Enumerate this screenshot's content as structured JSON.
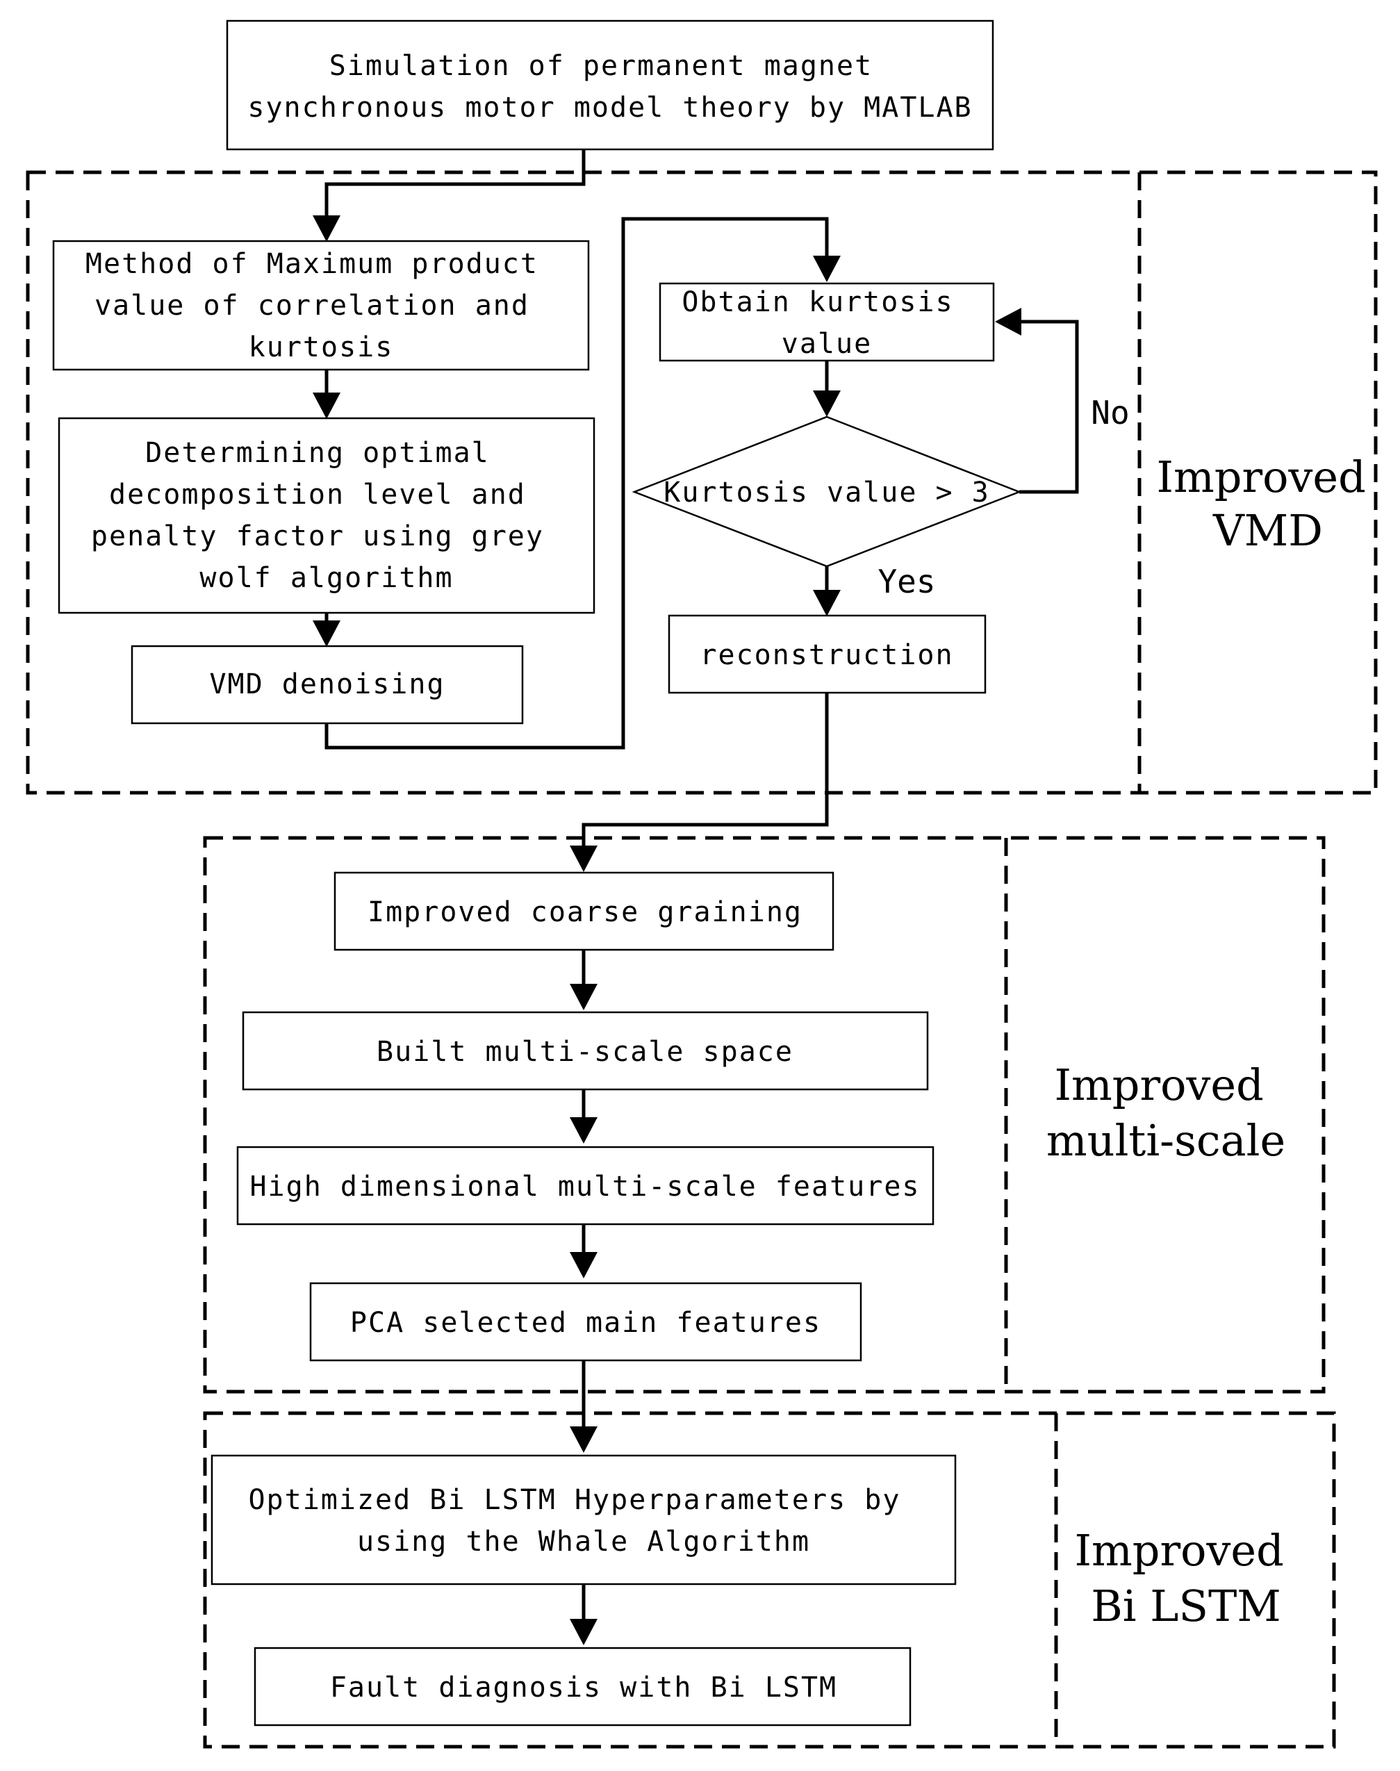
{
  "nodes": {
    "simulation": [
      "Simulation of permanent magnet",
      "synchronous motor model theory by MATLAB"
    ],
    "method": [
      "Method of Maximum product",
      "value of correlation and",
      "kurtosis"
    ],
    "determining": [
      "Determining optimal",
      "decomposition level and",
      "penalty factor using grey",
      "wolf algorithm"
    ],
    "vmd_denoising": [
      "VMD denoising"
    ],
    "obtain_kurtosis": [
      "Obtain kurtosis",
      "value"
    ],
    "decision": [
      "Kurtosis value > 3"
    ],
    "reconstruction": [
      "reconstruction"
    ],
    "coarse_graining": [
      "Improved coarse graining"
    ],
    "multiscale_space": [
      "Built multi-scale space"
    ],
    "hd_features": [
      "High dimensional multi-scale features"
    ],
    "pca": [
      "PCA selected main features"
    ],
    "optimized_bilstm": [
      "Optimized Bi LSTM Hyperparameters by",
      "using the Whale Algorithm"
    ],
    "fault_diagnosis": [
      "Fault diagnosis with Bi LSTM"
    ]
  },
  "edge_labels": {
    "no": "No",
    "yes": "Yes"
  },
  "groups": {
    "vmd": [
      "Improved",
      "VMD"
    ],
    "multiscale": [
      "Improved",
      "multi-scale"
    ],
    "bilstm": [
      "Improved",
      "Bi LSTM"
    ]
  }
}
